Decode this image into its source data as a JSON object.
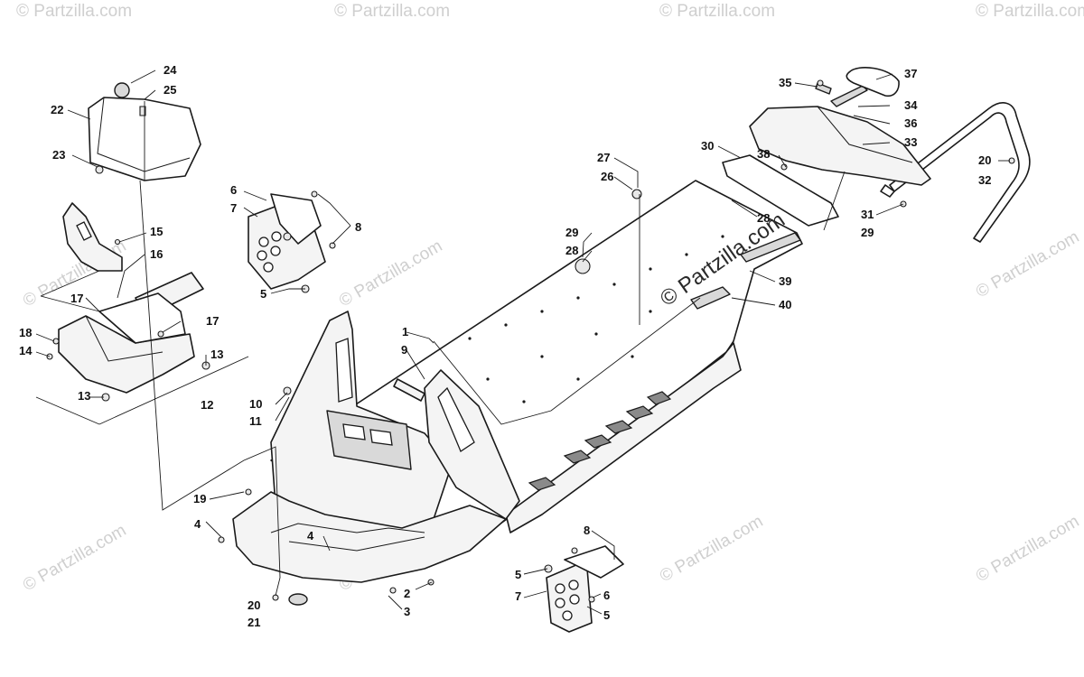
{
  "watermarks": {
    "text": "© Partzilla.com",
    "center_text": "© Partzilla.com"
  },
  "callouts": [
    {
      "id": "c1",
      "label": "1"
    },
    {
      "id": "c2",
      "label": "2"
    },
    {
      "id": "c3",
      "label": "3"
    },
    {
      "id": "c4a",
      "label": "4"
    },
    {
      "id": "c4b",
      "label": "4"
    },
    {
      "id": "c5a",
      "label": "5"
    },
    {
      "id": "c5b",
      "label": "5"
    },
    {
      "id": "c5c",
      "label": "5"
    },
    {
      "id": "c6a",
      "label": "6"
    },
    {
      "id": "c6b",
      "label": "6"
    },
    {
      "id": "c7a",
      "label": "7"
    },
    {
      "id": "c7b",
      "label": "7"
    },
    {
      "id": "c8a",
      "label": "8"
    },
    {
      "id": "c8b",
      "label": "8"
    },
    {
      "id": "c9",
      "label": "9"
    },
    {
      "id": "c10",
      "label": "10"
    },
    {
      "id": "c11",
      "label": "11"
    },
    {
      "id": "c12",
      "label": "12"
    },
    {
      "id": "c13a",
      "label": "13"
    },
    {
      "id": "c13b",
      "label": "13"
    },
    {
      "id": "c14",
      "label": "14"
    },
    {
      "id": "c15",
      "label": "15"
    },
    {
      "id": "c16",
      "label": "16"
    },
    {
      "id": "c17a",
      "label": "17"
    },
    {
      "id": "c17b",
      "label": "17"
    },
    {
      "id": "c18",
      "label": "18"
    },
    {
      "id": "c19",
      "label": "19"
    },
    {
      "id": "c20a",
      "label": "20"
    },
    {
      "id": "c20b",
      "label": "20"
    },
    {
      "id": "c21",
      "label": "21"
    },
    {
      "id": "c22",
      "label": "22"
    },
    {
      "id": "c23",
      "label": "23"
    },
    {
      "id": "c24",
      "label": "24"
    },
    {
      "id": "c25",
      "label": "25"
    },
    {
      "id": "c26",
      "label": "26"
    },
    {
      "id": "c27",
      "label": "27"
    },
    {
      "id": "c28a",
      "label": "28"
    },
    {
      "id": "c28b",
      "label": "28"
    },
    {
      "id": "c29a",
      "label": "29"
    },
    {
      "id": "c29b",
      "label": "29"
    },
    {
      "id": "c30",
      "label": "30"
    },
    {
      "id": "c31",
      "label": "31"
    },
    {
      "id": "c32",
      "label": "32"
    },
    {
      "id": "c33",
      "label": "33"
    },
    {
      "id": "c34",
      "label": "34"
    },
    {
      "id": "c35",
      "label": "35"
    },
    {
      "id": "c36",
      "label": "36"
    },
    {
      "id": "c37",
      "label": "37"
    },
    {
      "id": "c38",
      "label": "38"
    },
    {
      "id": "c39",
      "label": "39"
    },
    {
      "id": "c40",
      "label": "40"
    }
  ],
  "colors": {
    "line": "#1a1a1a",
    "part_fill": "#f4f4f4",
    "watermark": "#cfcfcf",
    "background": "#ffffff"
  }
}
